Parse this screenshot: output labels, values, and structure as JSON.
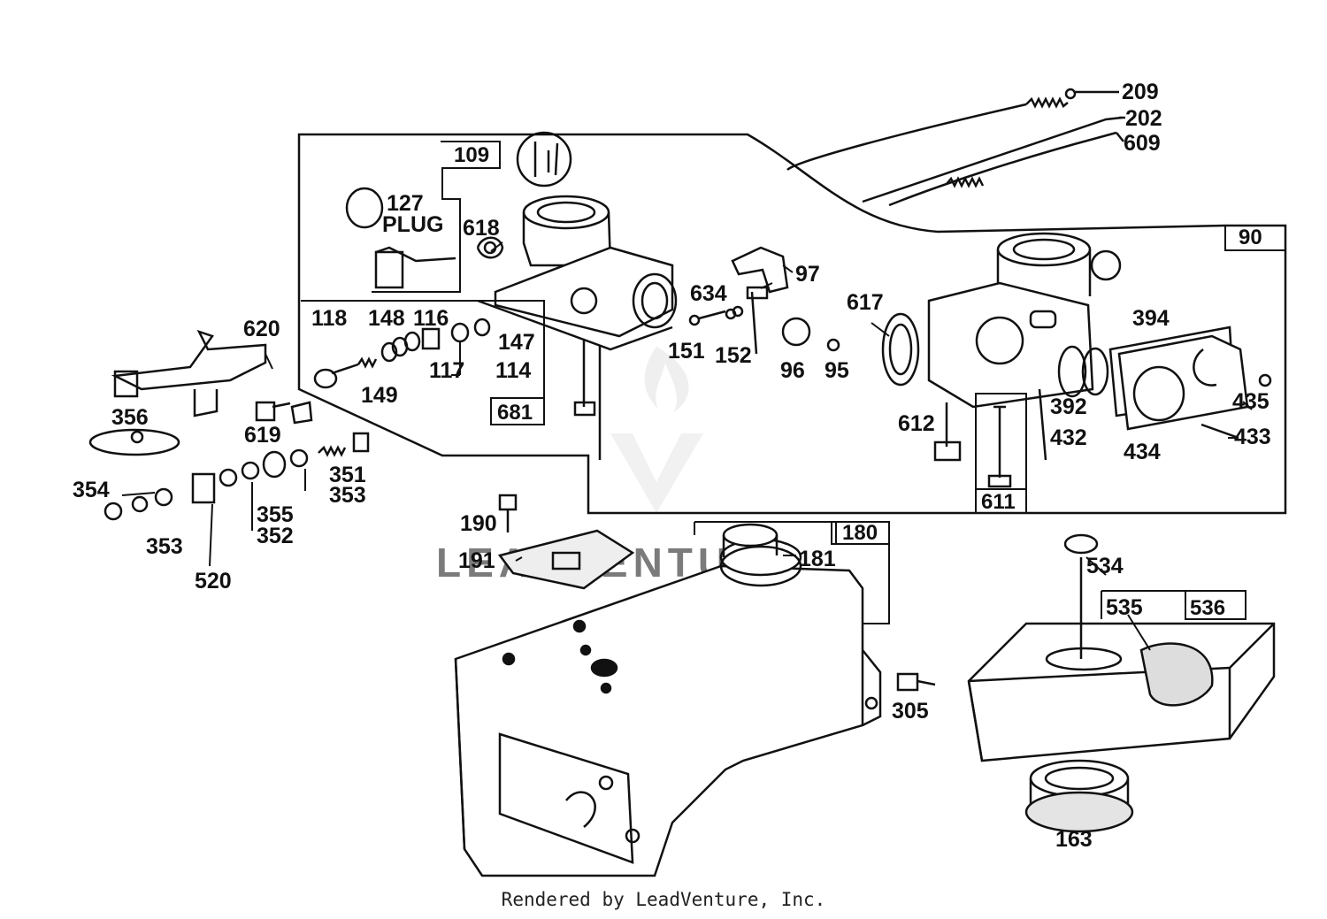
{
  "callouts": {
    "p209": "209",
    "p202": "202",
    "p609": "609",
    "p109": "109",
    "p127": "127",
    "plug": "PLUG",
    "p618": "618",
    "p97": "97",
    "p634": "634",
    "p617": "617",
    "p90": "90",
    "p118": "118",
    "p148": "148",
    "p116": "116",
    "p147": "147",
    "p117": "117",
    "p114": "114",
    "p149": "149",
    "p681": "681",
    "p151": "151",
    "p152": "152",
    "p96": "96",
    "p95": "95",
    "p394": "394",
    "p392": "392",
    "p432": "432",
    "p434": "434",
    "p435": "435",
    "p433": "433",
    "p612": "612",
    "p611": "611",
    "p620": "620",
    "p356": "356",
    "p619": "619",
    "p351": "351",
    "p353a": "353",
    "p355": "355",
    "p352": "352",
    "p354": "354",
    "p353b": "353",
    "p520": "520",
    "p190": "190",
    "p191": "191",
    "p180": "180",
    "p181": "181",
    "p305": "305",
    "p534": "534",
    "p535": "535",
    "p536": "536",
    "p163": "163"
  },
  "watermark": "LEADVENTURE",
  "credit": "Rendered by LeadVenture, Inc."
}
